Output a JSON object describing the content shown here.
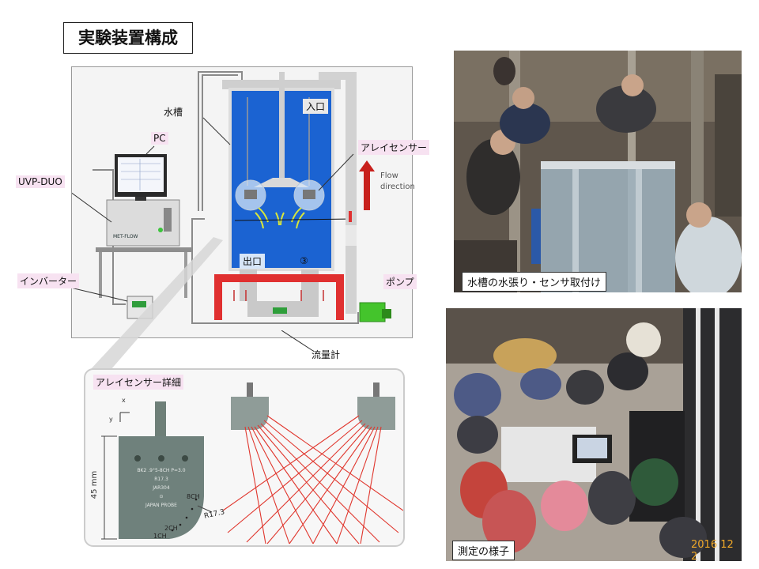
{
  "title": "実験装置構成",
  "labels": {
    "tank": "水槽",
    "pc": "PC",
    "uvp": "UVP-DUO",
    "inlet": "入口",
    "array_sensor": "アレイセンサー",
    "flow_direction_1": "Flow",
    "flow_direction_2": "direction",
    "outlet": "出口",
    "circle_num": "③",
    "inverter": "インバーター",
    "pump": "ポンプ",
    "flowmeter": "流量計"
  },
  "detail": {
    "title": "アレイセンサー詳細",
    "axis_x": "x",
    "axis_y": "y",
    "dim_label": "45 mm",
    "probe_text": [
      "BK2 .9°5-8CH P=3.0",
      "R17.3",
      "JAR304",
      "⊙",
      "JAPAN PROBE"
    ],
    "ch8": "8CH",
    "ch2": "2CH",
    "ch1": "1CH",
    "radius": "R17.3"
  },
  "photos": {
    "top_caption": "水槽の水張り・センサ取付け",
    "bottom_caption": "測定の様子",
    "timestamp": "2016 12 2"
  },
  "colors": {
    "water": "#1b63d2",
    "frame_red": "#e03030",
    "pump_green": "#44c42c",
    "beam_red": "#e0362d",
    "label_pink": "#f7e2f1"
  }
}
